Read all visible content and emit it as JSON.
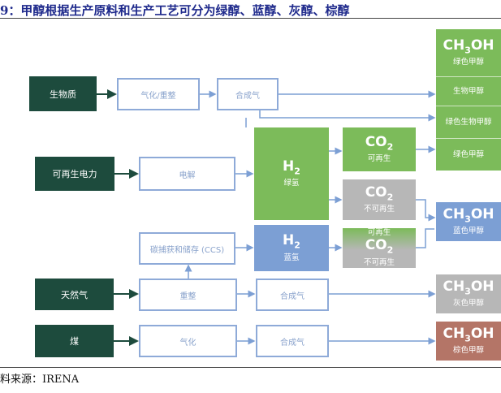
{
  "title": "9：甲醇根据生产原料和生产工艺可分为绿醇、蓝醇、灰醇、棕醇",
  "source": "料来源：IRENA",
  "inputs": {
    "biomass": "生物质",
    "renewable_power": "可再生电力",
    "natural_gas": "天然气",
    "coal": "煤"
  },
  "processes": {
    "gasify_reform": "气化/重整",
    "syngas": "合成气",
    "electrolysis": "电解",
    "ccs": "碳捕获和储存 (CCS)",
    "reform": "重整",
    "gasify": "气化"
  },
  "h2": {
    "formula": "H",
    "sub": "2",
    "green_label": "绿氢",
    "blue_label": "蓝氢"
  },
  "co2": {
    "formula": "CO",
    "sub": "2",
    "renewable": "可再生",
    "nonrenewable": "不可再生"
  },
  "methanol": {
    "formula_a": "CH",
    "sub": "3",
    "formula_b": "OH",
    "green": "绿色甲醇",
    "bio": "生物甲醇",
    "green_bio": "绿色生物甲醇",
    "green2": "绿色甲醇",
    "blue": "蓝色甲醇",
    "gray": "灰色甲醇",
    "brown": "棕色甲醇"
  },
  "colors": {
    "dark": "#1d4b3d",
    "green": "#7cbb5a",
    "blue": "#7c9fd4",
    "gray": "#b7b7b7",
    "brown": "#b47567"
  }
}
